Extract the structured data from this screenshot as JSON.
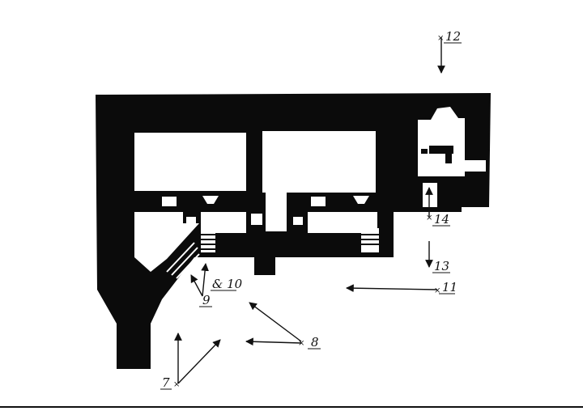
{
  "plan": {
    "colors": {
      "wall": "#0b0b0b",
      "paper": "#ffffff",
      "ink": "#111111"
    },
    "labels": {
      "v7": "7",
      "v8": "8",
      "v9": "9",
      "v10": "& 10",
      "v11": "11",
      "v12": "12",
      "v13": "13",
      "v14": "14"
    }
  }
}
